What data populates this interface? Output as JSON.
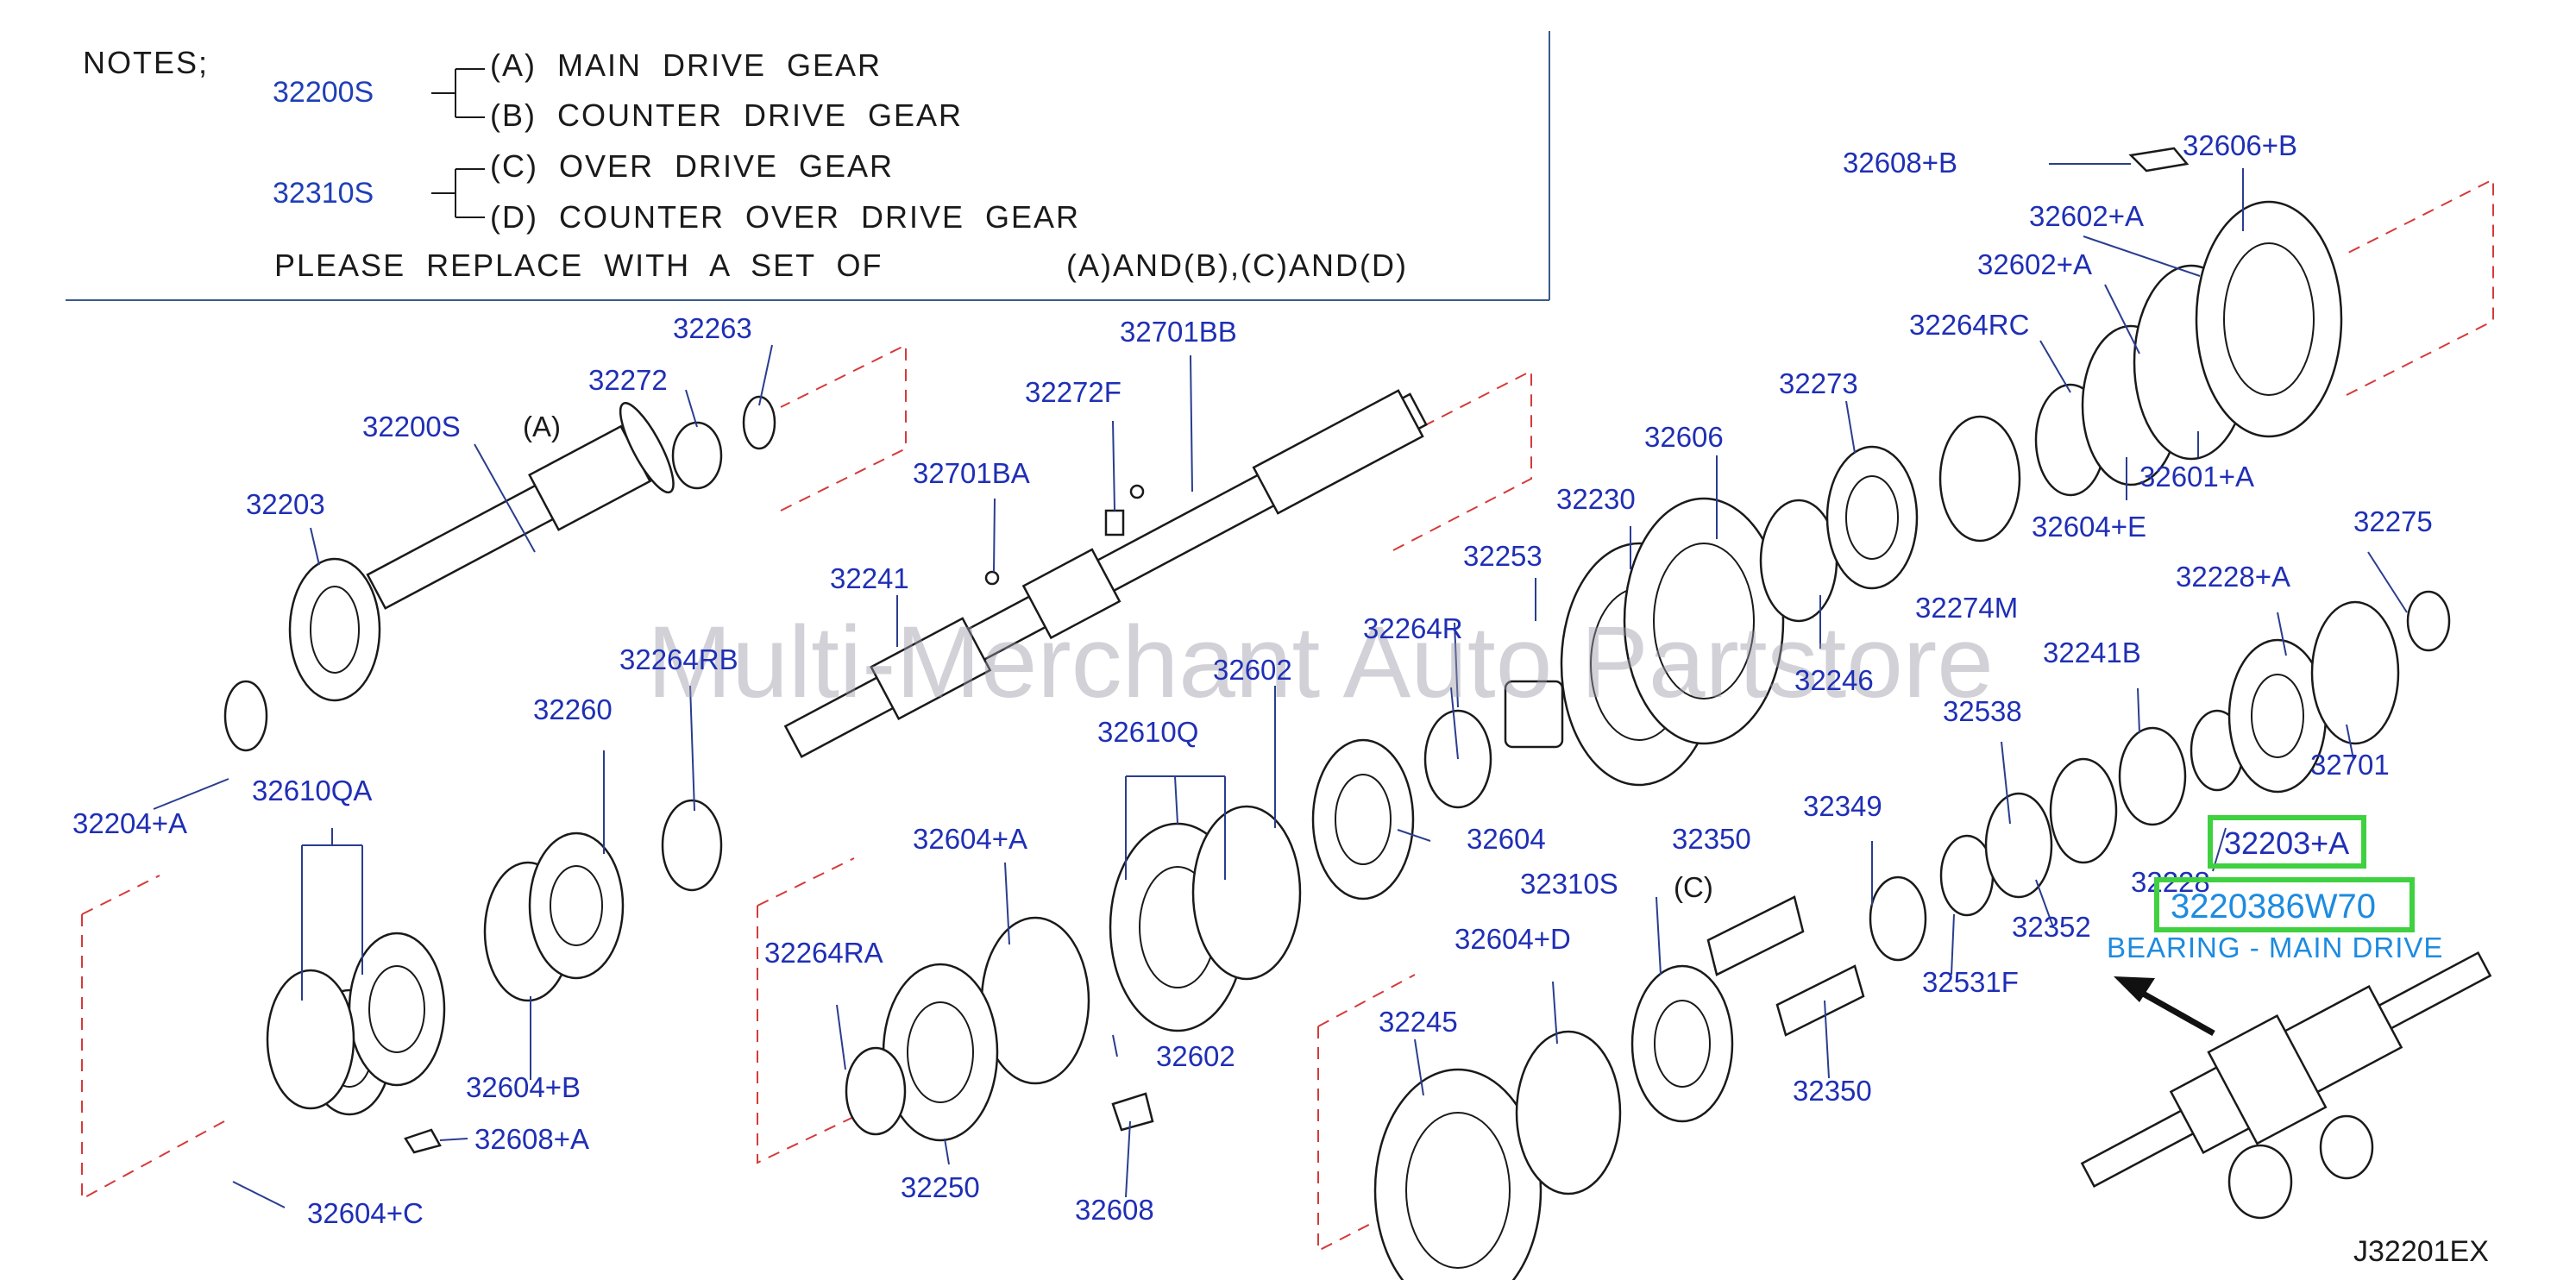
{
  "notes": {
    "heading": "NOTES;",
    "groups": [
      {
        "code": "32200S",
        "items": [
          "(A)  MAIN  DRIVE  GEAR",
          "(B)  COUNTER  DRIVE  GEAR"
        ]
      },
      {
        "code": "32310S",
        "items": [
          "(C)  OVER  DRIVE  GEAR",
          "(D)  COUNTER  OVER  DRIVE  GEAR"
        ]
      }
    ],
    "replace_text": "PLEASE  REPLACE  WITH  A  SET  OF",
    "replace_sets": "(A)AND(B),(C)AND(D)"
  },
  "watermark": "Multi-Merchant Auto Partstore",
  "diagram_ref": "J32201EX",
  "highlight": {
    "part_label": "32203+A",
    "part_number": "3220386W70",
    "description": "BEARING - MAIN DRIVE"
  },
  "group_markers": {
    "a": "(A)",
    "c": "(C)"
  },
  "parts": {
    "p32608B": "32608+B",
    "p32606B": "32606+B",
    "p32602A_1": "32602+A",
    "p32602A_2": "32602+A",
    "p32264RC": "32264RC",
    "p32601A": "32601+A",
    "p32604E": "32604+E",
    "p32263": "32263",
    "p32272": "32272",
    "p32200S": "32200S",
    "p32203": "32203",
    "p32204A": "32204+A",
    "p32272F": "32272F",
    "p32701BB": "32701BB",
    "p32701BA": "32701BA",
    "p32241": "32241",
    "p32264RB": "32264RB",
    "p32260": "32260",
    "p32610QA": "32610QA",
    "p32604B": "32604+B",
    "p32608A": "32608+A",
    "p32604C": "32604+C",
    "p32273": "32273",
    "p32606": "32606",
    "p32230": "32230",
    "p32253": "32253",
    "p32264R": "32264R",
    "p32602_top": "32602",
    "p32610Q": "32610Q",
    "p32246": "32246",
    "p32274M": "32274M",
    "p32604": "32604",
    "p32604A": "32604+A",
    "p32264RA": "32264RA",
    "p32602_low": "32602",
    "p32250": "32250",
    "p32608": "32608",
    "p32275": "32275",
    "p32228A": "32228+A",
    "p32241B": "32241B",
    "p32538": "32538",
    "p32701": "32701",
    "p32228": "32228",
    "p32350_top": "32350",
    "p32349": "32349",
    "p32310S": "32310S",
    "p32604D": "32604+D",
    "p32245": "32245",
    "p32350_low": "32350",
    "p32352": "32352",
    "p32531F": "32531F"
  },
  "colors": {
    "label_blue": "#1f2fb5",
    "highlight_green": "#3fd13f",
    "highlight_text": "#1d8be0",
    "boundary_red": "#d63a3a",
    "frame_blue": "#3a5a8a"
  }
}
